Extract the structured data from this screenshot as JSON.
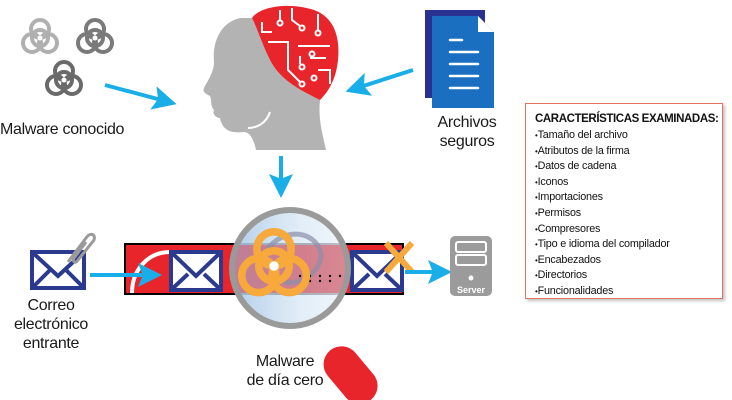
{
  "labels": {
    "known_malware": "Malware conocido",
    "safe_files_line1": "Archivos",
    "safe_files_line2": "seguros",
    "incoming_mail_line1": "Correo",
    "incoming_mail_line2": "electrónico",
    "incoming_mail_line3": "entrante",
    "zero_day_line1": "Malware",
    "zero_day_line2": "de día cero",
    "server": "Server"
  },
  "features_box": {
    "title": "CARACTERÍSTICAS EXAMINADAS:",
    "items": [
      "Tamaño del archivo",
      "Atributos de la firma",
      "Datos de cadena",
      "Iconos",
      "Importaciones",
      "Permisos",
      "Compresores",
      "Tipo e idioma del compilador",
      "Encabezados",
      "Directorios",
      "Funcionalidades"
    ]
  },
  "icons": [
    "biohazard-icon",
    "ai-head-icon",
    "document-icon",
    "envelope-icon",
    "paperclip-icon",
    "magnifier-icon",
    "server-icon",
    "x-mark-icon",
    "arrow-icon"
  ],
  "colors": {
    "arrow": "#1aaee8",
    "brain_red": "#e8252b",
    "head_gray": "#b3b3b3",
    "envelope_blue": "#2b3a8f",
    "document_blue": "#1a6fc0",
    "biohazard_orange": "#f7a93b",
    "box_border": "#e8705e"
  }
}
